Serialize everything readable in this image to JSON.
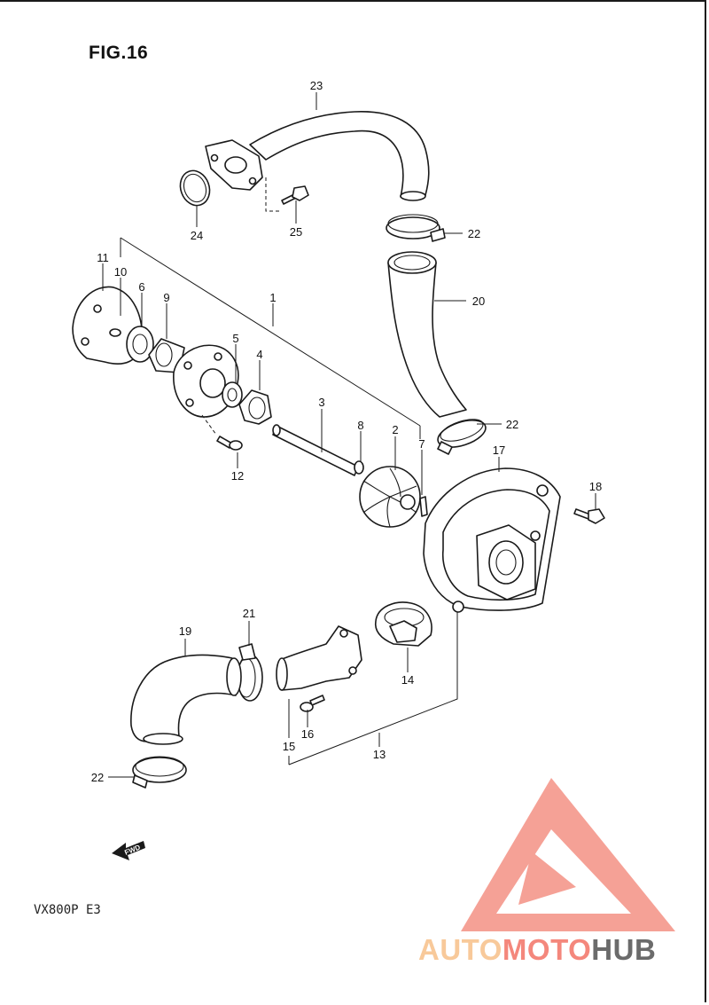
{
  "figure": {
    "title": "FIG.16"
  },
  "model": {
    "label": "VX800P  E3"
  },
  "fwd_arrow": {
    "label": "FWD"
  },
  "callouts": [
    {
      "n": "1"
    },
    {
      "n": "2"
    },
    {
      "n": "3"
    },
    {
      "n": "4"
    },
    {
      "n": "5"
    },
    {
      "n": "6"
    },
    {
      "n": "7"
    },
    {
      "n": "8"
    },
    {
      "n": "9"
    },
    {
      "n": "10"
    },
    {
      "n": "11"
    },
    {
      "n": "12"
    },
    {
      "n": "13"
    },
    {
      "n": "14"
    },
    {
      "n": "15"
    },
    {
      "n": "16"
    },
    {
      "n": "17"
    },
    {
      "n": "18"
    },
    {
      "n": "19"
    },
    {
      "n": "20"
    },
    {
      "n": "21"
    },
    {
      "n": "22"
    },
    {
      "n": "22"
    },
    {
      "n": "22"
    },
    {
      "n": "23"
    },
    {
      "n": "24"
    },
    {
      "n": "25"
    }
  ],
  "watermark": {
    "part1": "AUTO",
    "part2": "MOTO",
    "part3": "HUB",
    "colors": {
      "light": "#f8c99a",
      "mid": "#f4877c",
      "dark": "#6b6b6b"
    }
  }
}
